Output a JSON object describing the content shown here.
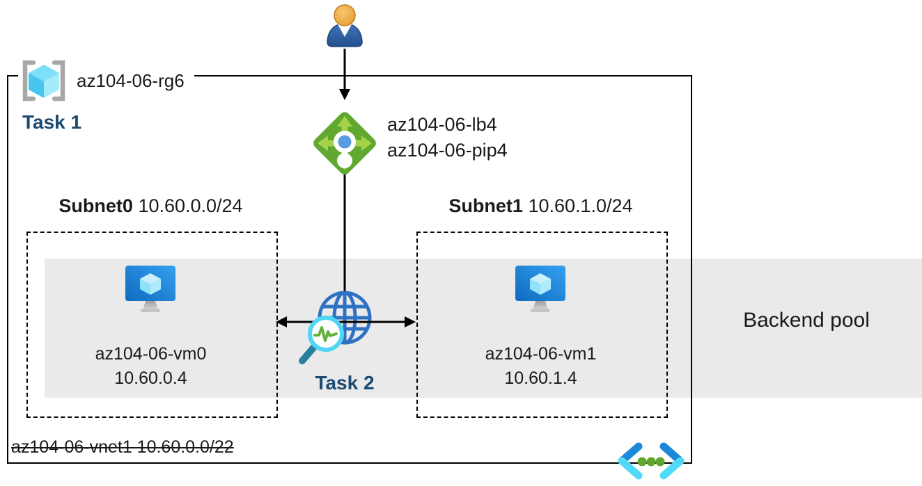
{
  "resource_group": {
    "label": "az104-06-rg6"
  },
  "tasks": {
    "task1": "Task 1",
    "task2": "Task 2"
  },
  "load_balancer": {
    "name": "az104-06-lb4",
    "public_ip": "az104-06-pip4"
  },
  "subnets": {
    "subnet0": {
      "name": "Subnet0",
      "cidr": "10.60.0.0/24",
      "vm_name": "az104-06-vm0",
      "vm_ip": "10.60.0.4"
    },
    "subnet1": {
      "name": "Subnet1",
      "cidr": "10.60.1.0/24",
      "vm_name": "az104-06-vm1",
      "vm_ip": "10.60.1.4"
    }
  },
  "backend_pool_label": "Backend pool",
  "vnet_label": "az104-06-vnet1 10.60.0.0/22",
  "icons": {
    "user": "user-icon",
    "resource_group": "brackets-cube-icon",
    "load_balancer": "green-diamond-arrows-icon",
    "virtual_machine": "monitor-cube-icon",
    "internet": "globe-icon",
    "monitoring": "magnifier-pulse-icon",
    "virtual_network": "angle-brackets-dots-icon"
  },
  "colors": {
    "text": "#1a1a1a",
    "task_blue": "#1b4a72",
    "band_gray": "#eaeaea",
    "line_black": "#000000",
    "lb_green": "#61a830",
    "lb_arrow_green": "#a6d14a",
    "lb_dot_blue": "#5b9be0",
    "globe_blue": "#2e71c4",
    "monitor_blue": "#1a7fd4",
    "cube_cyan": "#7ee0f8",
    "bracket_gray": "#a8a8a8",
    "magnifier_cyan": "#4fd6f4",
    "magnifier_handle": "#2b7f9e",
    "pulse_green": "#62b33a",
    "chevron_dark": "#1b88d8",
    "chevron_cyan": "#53d9f8",
    "dot_green": "#5ea62d",
    "head_orange": "#efa93f",
    "body_blue": "#2d5c9e"
  }
}
